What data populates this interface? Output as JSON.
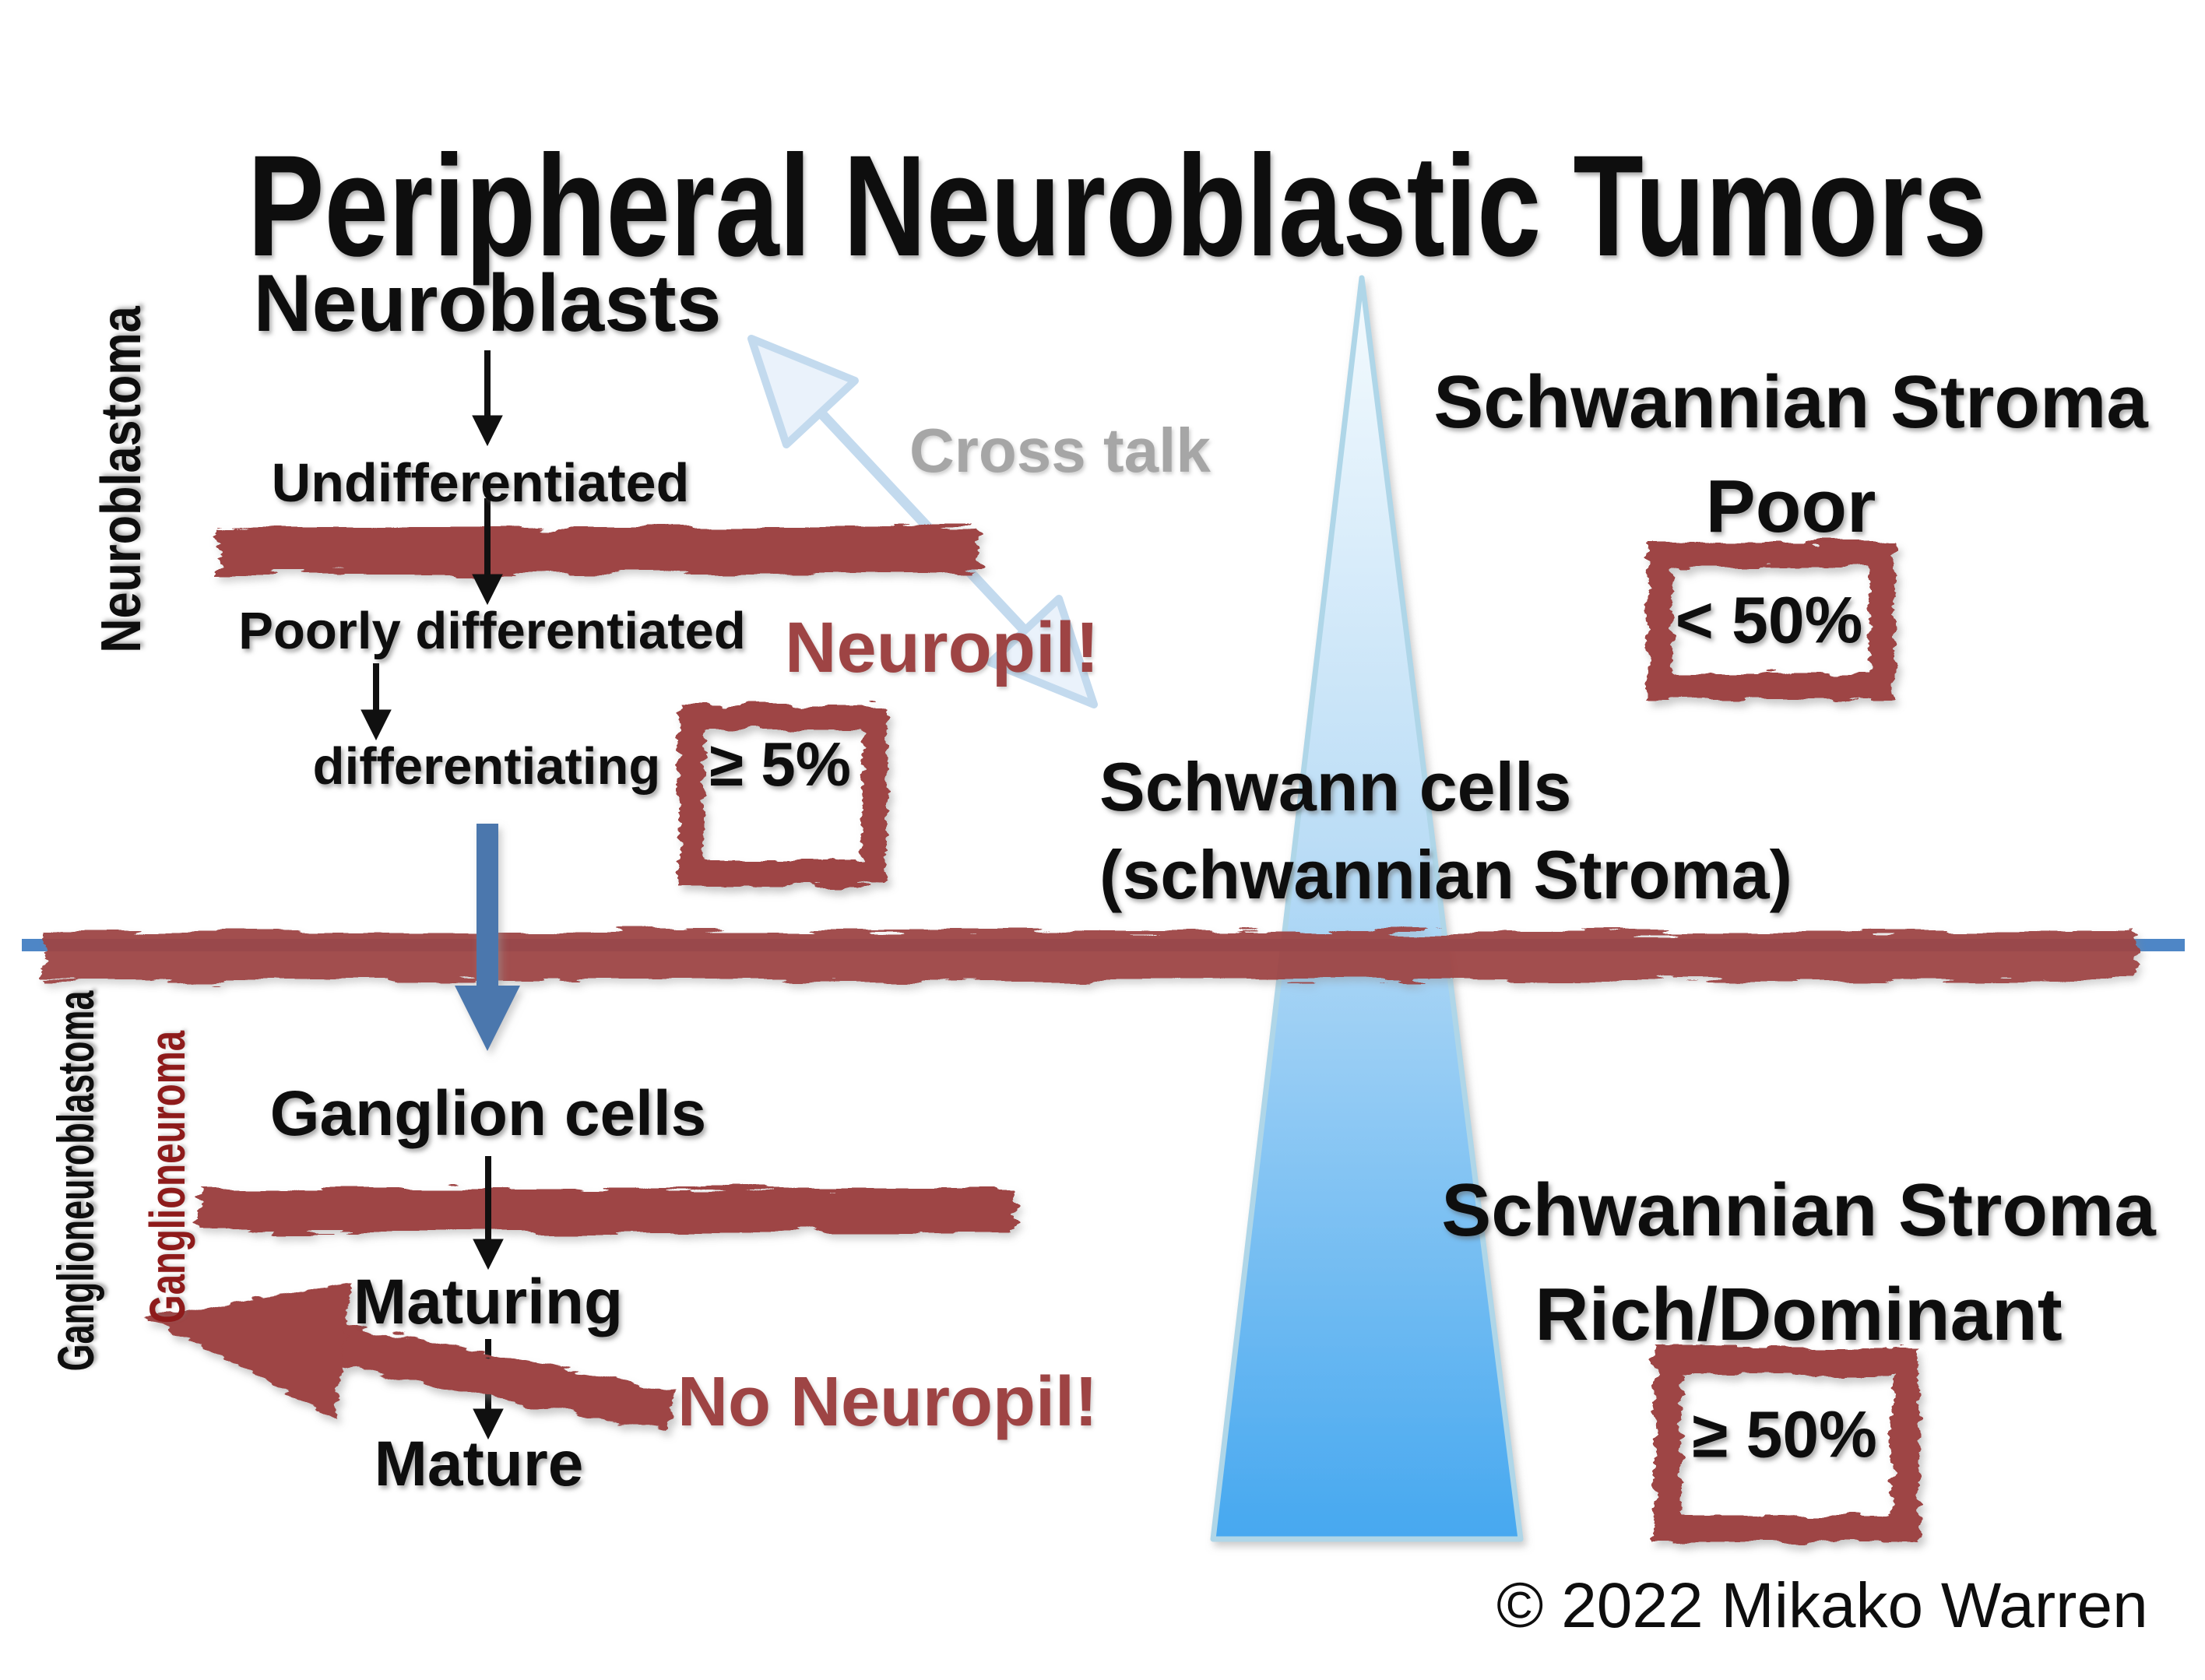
{
  "title": "Peripheral Neuroblastic Tumors",
  "vertical_labels": {
    "neuroblastoma": "Neuroblastoma",
    "ganglioneuroblastoma": "Ganglioneuroblastoma",
    "ganglioneuroma": "Ganglioneuroma"
  },
  "flow": {
    "root": "Neuroblasts",
    "upper_stages": [
      "Undifferentiated",
      "Poorly differentiated",
      "differentiating"
    ],
    "lower_stages": [
      "Ganglion cells",
      "Maturing",
      "Mature"
    ]
  },
  "annotations": {
    "cross_talk": "Cross talk",
    "neuropil": "Neuropil!",
    "neuropil_threshold": "≥ 5%",
    "no_neuropil": "No Neuropil!",
    "schwann_line1": "Schwann cells",
    "schwann_line2": "(schwannian Stroma)"
  },
  "stroma_poor": {
    "heading_line1": "Schwannian Stroma",
    "heading_line2": "Poor",
    "threshold": "< 50%"
  },
  "stroma_rich": {
    "heading_line1": "Schwannian Stroma",
    "heading_line2": "Rich/Dominant",
    "threshold": "≥ 50%"
  },
  "footer": {
    "copyright": "© 2022 Mikako Warren"
  },
  "colors": {
    "marker_red": "#9E4444",
    "dark_red": "#8E1B1B",
    "gray": "#A6A6A6",
    "steel_blue": "#4B77AD",
    "divider_blue": "#4E86C6",
    "crosstalk_fill": "#EAF2FB",
    "crosstalk_stroke": "#C3DAEE",
    "triangle_top": "#F5FBFE",
    "triangle_mid": "#BBDDF6",
    "triangle_bottom": "#46A8F0",
    "triangle_stroke": "#AFD6E8",
    "text_black": "#0E0E0E"
  }
}
